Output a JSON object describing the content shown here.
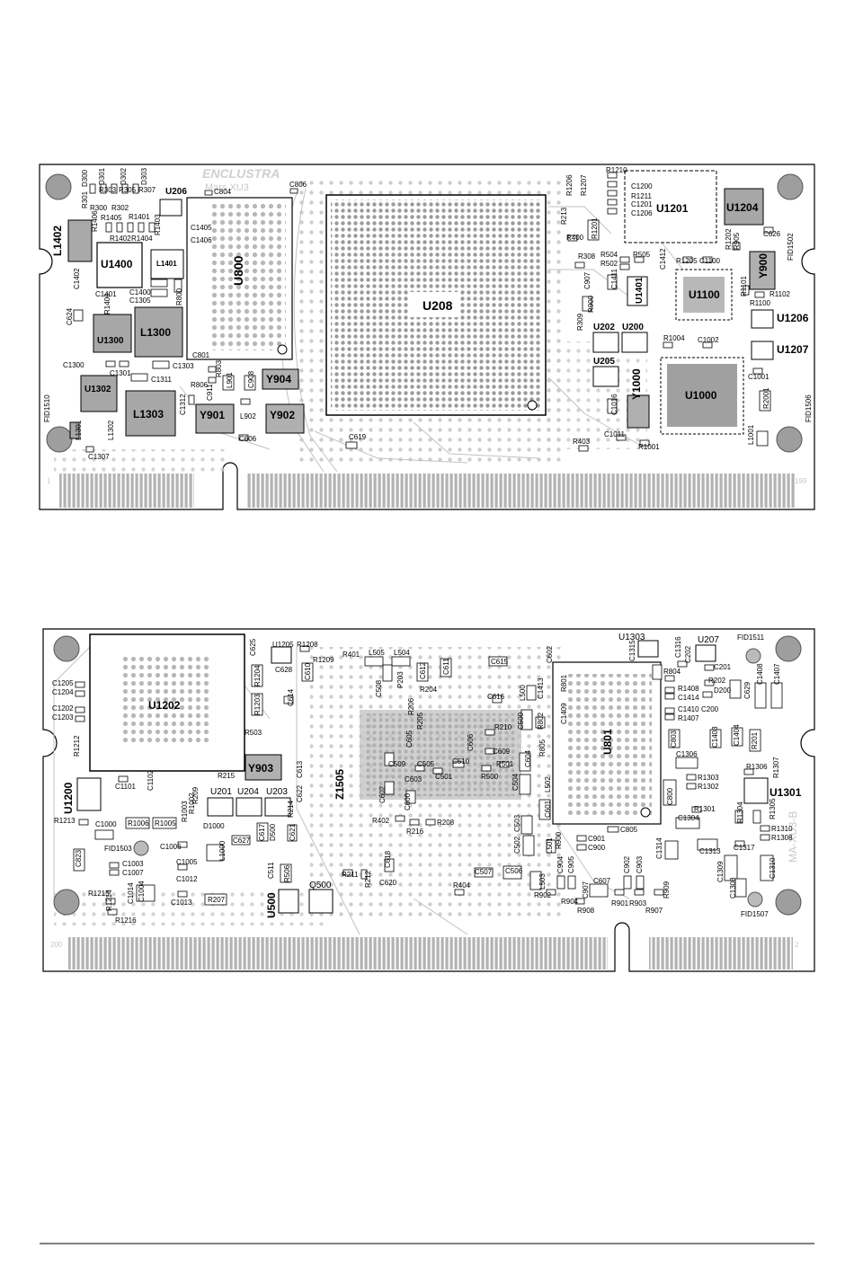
{
  "colors": {
    "ink": "#000000",
    "grey": "#9c9c9c",
    "light": "#d9d9d9",
    "paper": "#ffffff"
  },
  "top_board": {
    "logo": "ENCLUSTRA",
    "product": "Mars XU3",
    "pin_first": "1",
    "pin_last": "199",
    "labels": {
      "u208": "U208",
      "u800": "U800",
      "u1400": "U1400",
      "u1300": "U1300",
      "l1300": "L1300",
      "l1303": "L1303",
      "u1302": "U1302",
      "l1402": "L1402",
      "l1401": "L1401",
      "y901": "Y901",
      "y902": "Y902",
      "y904": "Y904",
      "u206": "U206",
      "u1201": "U1201",
      "u1204": "U1204",
      "u1100": "U1100",
      "u1000": "U1000",
      "u1401": "U1401",
      "y900": "Y900",
      "y1000": "Y1000",
      "u202": "U202",
      "u200": "U200",
      "u205": "U205",
      "u1206": "U1206",
      "u1207": "U1207",
      "c619": "C619",
      "c804": "C804",
      "c806": "C806",
      "c801": "C801",
      "c606": "C606",
      "r400": "R400",
      "r403": "R403",
      "r1001": "R1001",
      "r2001": "R2001",
      "l1001": "L1001",
      "r213": "R213",
      "r308": "R308",
      "r309": "R309",
      "c1002": "C1002",
      "r1004": "R1004",
      "c1001": "C1001",
      "c1011": "C1011",
      "c1016": "C1016",
      "c907": "C907",
      "fid1510": "FID1510",
      "fid1506": "FID1506",
      "fid1502": "FID1502",
      "c624": "C624",
      "c1402": "C1402",
      "c1401": "C1401",
      "c1400": "C1400",
      "c1305": "C1305",
      "r1400": "R1400",
      "c1300": "C1300",
      "c1301": "C1301",
      "c1311": "C1311",
      "c1303": "C1303",
      "c1312": "C1312",
      "c1307": "C1307",
      "l1301": "L1301",
      "l1302": "L1302",
      "r800": "R800",
      "c1405": "C1405",
      "c1406": "C1406",
      "r1405": "R1405",
      "r1401": "R1401",
      "r1403": "R1403",
      "r1402": "R1402",
      "r1404": "R1404",
      "r1406": "R1406",
      "r300": "R300",
      "r302": "R302",
      "r301": "R301",
      "r303": "R303",
      "r305": "R305",
      "r307": "R307",
      "d300": "D300",
      "d301": "D301",
      "d302": "D302",
      "d303": "D303",
      "r803": "R803",
      "r806": "R806",
      "c911": "C911",
      "l901": "L901",
      "l902": "L902",
      "c908": "C908",
      "r1210": "R1210",
      "r1206": "R1206",
      "r1207": "R1207",
      "r1201": "R1201",
      "c1200": "C1200",
      "r1211": "R1211",
      "c1201": "C1201",
      "c1206": "C1206",
      "r1202": "R1202",
      "r905": "R905",
      "c626": "C626",
      "r504": "R504",
      "r505": "R505",
      "r502": "R502",
      "c1412": "C1412",
      "r1205": "R1205",
      "c1100": "C1100",
      "c1411": "C1411",
      "r1101": "R1101",
      "r1100": "R1100",
      "r1102": "R1102",
      "r900": "R900"
    }
  },
  "bottom_board": {
    "pin_first": "200",
    "pin_last": "2",
    "revision": "MA-XU3-B",
    "labels": {
      "u1202": "U1202",
      "u801": "U801",
      "z1505": "Z1505",
      "u1200": "U1200",
      "u1301": "U1301",
      "u1303": "U1303",
      "u207": "U207",
      "u1205": "U1205",
      "u201": "U201",
      "u204": "U204",
      "u203": "U203",
      "y903": "Y903",
      "u500": "U500",
      "q500": "Q500",
      "fid1511": "FID1511",
      "fid1503": "FID1503",
      "fid1507": "FID1507",
      "c1205": "C1205",
      "c1204": "C1204",
      "c1202": "C1202",
      "c1203": "C1203",
      "r1212": "R1212",
      "c1101": "C1101",
      "c1102": "C1102",
      "r1213": "R1213",
      "c1000": "C1000",
      "r1006": "R1006",
      "r1005": "R1005",
      "r1003": "R1003",
      "d1000": "D1000",
      "r1002": "R1002",
      "c1006": "C1006",
      "l1000": "L1000",
      "c823": "C823",
      "c1003": "C1003",
      "c1007": "C1007",
      "c1005": "C1005",
      "c1012": "C1012",
      "c1013": "C1013",
      "c1004": "C1004",
      "c1014": "C1014",
      "r1215": "R1215",
      "r1214": "R1214",
      "r1216": "R1216",
      "r207": "R207",
      "r209": "R209",
      "r215": "R215",
      "c625": "C625",
      "r1208": "R1208",
      "r1209": "R1209",
      "c628": "C628",
      "c610": "C610",
      "r1204": "R1204",
      "r1203": "R1203",
      "c614": "C614",
      "r503": "R503",
      "r506": "R506",
      "c613": "C613",
      "c622": "C622",
      "r214": "R214",
      "c627": "C627",
      "c617": "C617",
      "d500": "D500",
      "c621": "C621",
      "c511": "C511",
      "r401": "R401",
      "l505": "L505",
      "l504": "L504",
      "c612": "C612",
      "c611": "C611",
      "c615": "C615",
      "c602": "C602",
      "c508": "C508",
      "p203": "P203",
      "r204": "R204",
      "r206": "R206",
      "r205": "R205",
      "c605": "C605",
      "c509": "C509",
      "c603": "C603",
      "c505": "C505",
      "c501": "C501",
      "c510": "C510",
      "c606": "C606",
      "c609": "C609",
      "r500": "R500",
      "r501": "R501",
      "c604": "C604",
      "r210": "R210",
      "c616": "C616",
      "l500": "L500",
      "c500": "C500",
      "r802": "R802",
      "c1413": "C1413",
      "c1409": "C1409",
      "r801": "R801",
      "r805": "R805",
      "c504": "C504",
      "l502": "L502",
      "c601": "C601",
      "c503": "C503",
      "c502": "C502",
      "l501": "L501",
      "r900": "R900",
      "c901": "C901",
      "c900": "C900",
      "c805": "C805",
      "r402": "R402",
      "r216": "R216",
      "r208": "R208",
      "c600": "C600",
      "c602b": "C602",
      "c618": "C618",
      "c620": "C620",
      "r211": "R211",
      "r212": "R212",
      "r404": "R404",
      "c507": "C507",
      "c506": "C506",
      "l503": "L503",
      "r902": "R902",
      "c904": "C904",
      "c905": "C905",
      "r904": "R904",
      "r908": "R908",
      "c607": "C607",
      "r901": "R901",
      "c902": "C902",
      "c903": "C903",
      "r903": "R903",
      "r907": "R907",
      "r909": "R909",
      "c1315": "C1315",
      "c1316": "C1316",
      "c202": "C202",
      "c201": "C201",
      "r804": "R804",
      "r202": "R202",
      "d200": "D200",
      "r1408": "R1408",
      "c1414": "C1414",
      "c200": "C200",
      "c1410": "C1410",
      "r1407": "R1407",
      "c629": "C629",
      "c1408": "C1408",
      "c1407": "C1407",
      "c803": "C803",
      "c1403": "C1403",
      "c1404": "C1404",
      "r201": "R201",
      "c1306": "C1306",
      "r1306": "R1306",
      "r1307": "R1307",
      "r1303": "R1303",
      "r1302": "R1302",
      "c800": "C800",
      "r1301": "R1301",
      "c1304": "C1304",
      "r1304": "R1304",
      "r1305": "R1305",
      "r1310": "R1310",
      "r1308": "R1308",
      "c1314": "C1314",
      "c1313": "C1313",
      "c1317": "C1317",
      "c1309": "C1309",
      "c1310": "C1310",
      "c1308": "C1308",
      "c907": "C907"
    }
  }
}
